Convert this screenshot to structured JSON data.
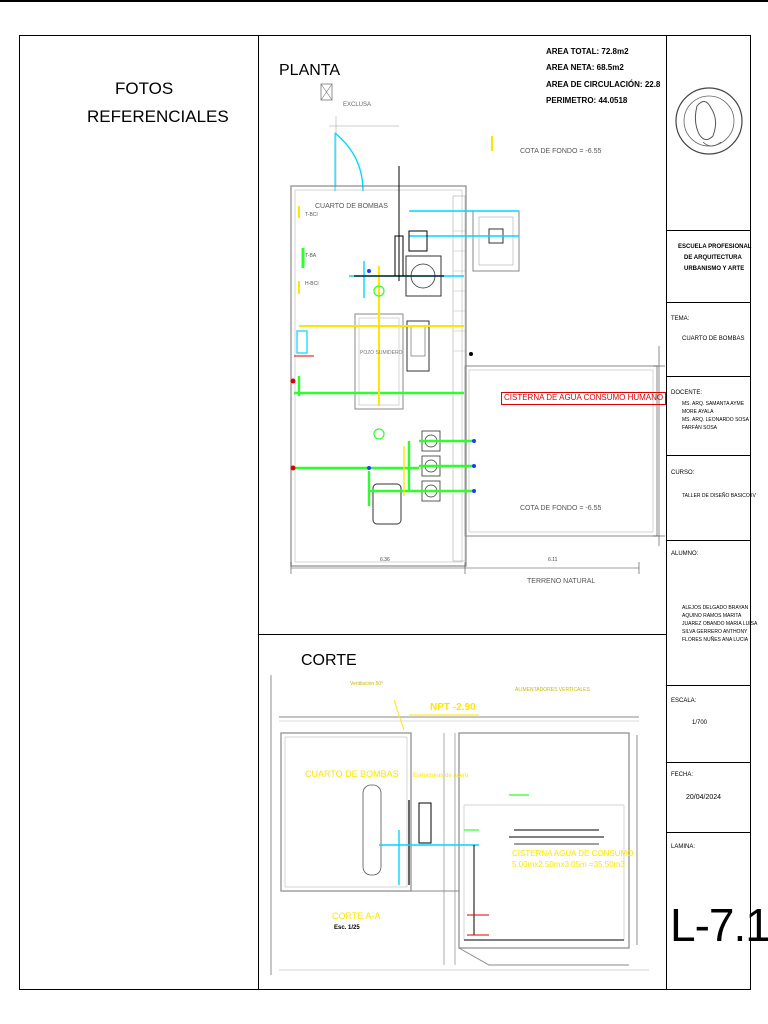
{
  "left_panel": {
    "title_line1": "FOTOS",
    "title_line2": "REFERENCIALES"
  },
  "plan": {
    "title": "PLANTA",
    "areas": [
      "AREA TOTAL: 72.8m2",
      "AREA NETA: 68.5m2",
      "AREA DE CIRCULACIÓN: 22.8",
      "PERIMETRO: 44.0518"
    ],
    "labels": {
      "exclusa": "EXCLUSA",
      "cuarto_bombas": "CUARTO DE BOMBAS",
      "cota_fondo_top": "COTA DE FONDO = -6.55",
      "cota_fondo_bottom": "COTA DE FONDO = -6.55",
      "cisterna": "CISTERNA DE AGUA CONSUMO HUMANO",
      "pozo": "POZO SUMIDERO",
      "terreno": "TERRENO NATURAL",
      "dim_left": "6.36",
      "dim_right": "6.11",
      "tbci_1": "T-BCI",
      "tba": "T-BA",
      "hbci": "H-BCI"
    }
  },
  "section": {
    "title": "CORTE",
    "cut_title": "CORTE A-A",
    "scale_note": "Esc. 1/25",
    "npt": "NPT -2.90",
    "cuarto_bombas": "CUARTO DE BOMBAS",
    "cisterna_line1": "CISTERNA AGUA DE CONSUMO",
    "cisterna_line2": "5.00mx2.50mx3.05m =35.50m3",
    "alimentadores": "ALIMENTADORES VERTICALES",
    "estructuras": "Estructuras de acero",
    "ventilacion": "Ventilacion 50°"
  },
  "title_block": {
    "school": [
      "ESCUELA PROFESIONAL",
      "DE ARQUITECTURA",
      "URBANISMO Y ARTE"
    ],
    "tema_label": "TEMA:",
    "tema_value": "CUARTO DE BOMBAS",
    "docente_label": "DOCENTE:",
    "docentes": [
      "MS. ARQ. SAMANTA AYME",
      "MORE AYALA",
      "MS. ARQ. LEONARDO SOSA",
      "FARFÁN SOSA"
    ],
    "curso_label": "CURSO:",
    "curso_value": "TALLER DE DISEÑO BASICO IV",
    "alumno_label": "ALUMNO:",
    "alumnos": [
      "ALEJOS DELGADO BRAYAN",
      "AQUINO RAMOS MARITA",
      "JUAREZ OBANDO MARIA LUISA",
      "SILVA GERRERO ANTHONY",
      "FLORES NUÑES ANA LUCIA"
    ],
    "escala_label": "ESCALA:",
    "escala_value": "1/700",
    "fecha_label": "FECHA:",
    "fecha_value": "20/04/2024",
    "lamina_label": "LAMINA:",
    "lamina_value": "L-7.1"
  },
  "colors": {
    "pipe_green": "#2cff2c",
    "pipe_yellow": "#ffe600",
    "pipe_cyan": "#00d7ff",
    "red": "#e00000",
    "blue": "#1f3cff"
  }
}
